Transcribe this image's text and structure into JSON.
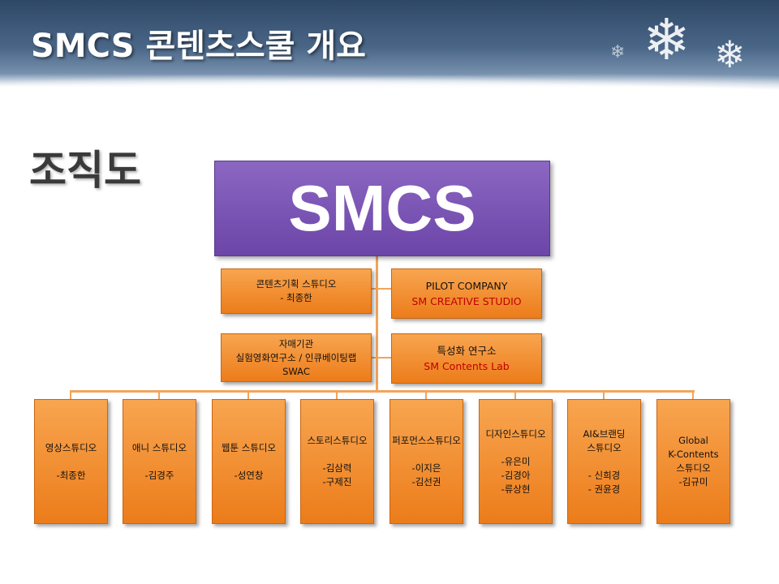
{
  "header": {
    "title": "SMCS 콘텐츠스쿨 개요"
  },
  "section_title": "조직도",
  "org": {
    "root": "SMCS",
    "left_boxes": [
      {
        "lines": [
          "콘텐츠기획 스튜디오",
          "- 최종한"
        ]
      },
      {
        "lines": [
          "자매기관",
          "실험영화연구소 / 인큐베이팅랩",
          "SWAC"
        ]
      }
    ],
    "right_boxes": [
      {
        "lines": [
          "PILOT COMPANY"
        ],
        "red": "SM CREATIVE STUDIO"
      },
      {
        "lines": [
          "특성화 연구소"
        ],
        "red": "SM Contents Lab"
      }
    ],
    "studios": [
      {
        "lines": [
          "영상스튜디오",
          "",
          "-최종한"
        ]
      },
      {
        "lines": [
          "애니 스튜디오",
          "",
          "-김경주"
        ]
      },
      {
        "lines": [
          "웹툰 스튜디오",
          "",
          "-성연창"
        ]
      },
      {
        "lines": [
          "스토리스튜디오",
          "",
          "-김삼력",
          "-구제진"
        ]
      },
      {
        "lines": [
          "퍼포먼스스튜디오",
          "",
          "-이지은",
          "-김선권"
        ]
      },
      {
        "lines": [
          "디자인스튜디오",
          "",
          "-유은미",
          "-김경아",
          "-류상현"
        ]
      },
      {
        "lines": [
          "AI&브랜딩",
          "스튜디오",
          "",
          "- 신희경",
          "- 권윤경"
        ]
      },
      {
        "lines": [
          "Global",
          "K-Contents",
          "스튜디오",
          "-김규미"
        ]
      }
    ]
  }
}
